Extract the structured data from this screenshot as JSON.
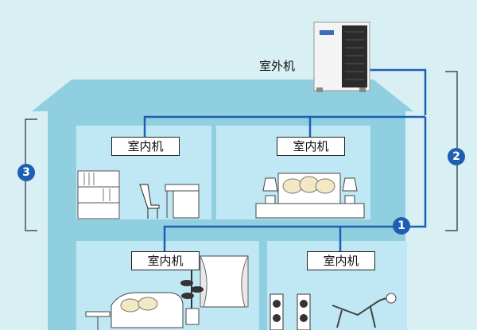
{
  "outdoor_unit": {
    "label": "室外机"
  },
  "rooms": [
    {
      "label": "室内机"
    },
    {
      "label": "室内机"
    },
    {
      "label": "室内机"
    },
    {
      "label": "室内机"
    }
  ],
  "markers": [
    "1",
    "2",
    "3"
  ],
  "colors": {
    "background": "#d8f0f4",
    "house": "#8fcfe0",
    "room": "#bfe8f4",
    "pipe": "#1f5fb3",
    "badge": "#1f5fb3"
  }
}
